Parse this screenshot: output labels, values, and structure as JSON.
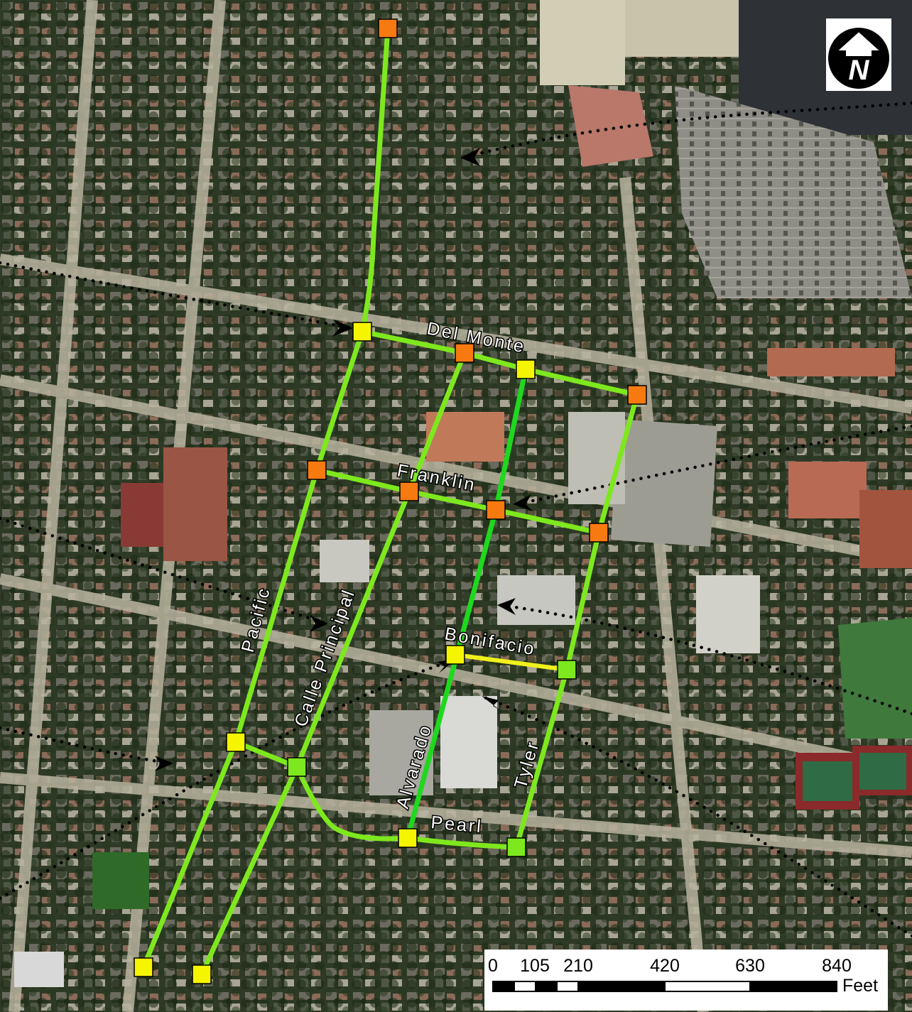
{
  "map": {
    "north_arrow": {
      "icon": "north-arrow-icon",
      "letter": "N"
    },
    "street_labels": {
      "del_monte": "Del Monte",
      "franklin": "Franklin",
      "pacific": "Pacific",
      "calle_principal": "Calle Principal",
      "bonifacio": "Bonifacio",
      "alvarado": "Alvarado",
      "tyler": "Tyler",
      "pearl": "Pearl"
    },
    "scale_bar": {
      "ticks": [
        "0",
        "105",
        "210",
        "420",
        "630",
        "840"
      ],
      "unit": "Feet"
    },
    "colors": {
      "route_light_green": "#7ee81e",
      "route_dark_green": "#1fd81f",
      "route_yellow": "#f0f01c",
      "marker_orange": "#f77a10",
      "marker_yellow": "#f5f500",
      "marker_green": "#7ee81e",
      "flow_arrow": "#000000"
    }
  }
}
